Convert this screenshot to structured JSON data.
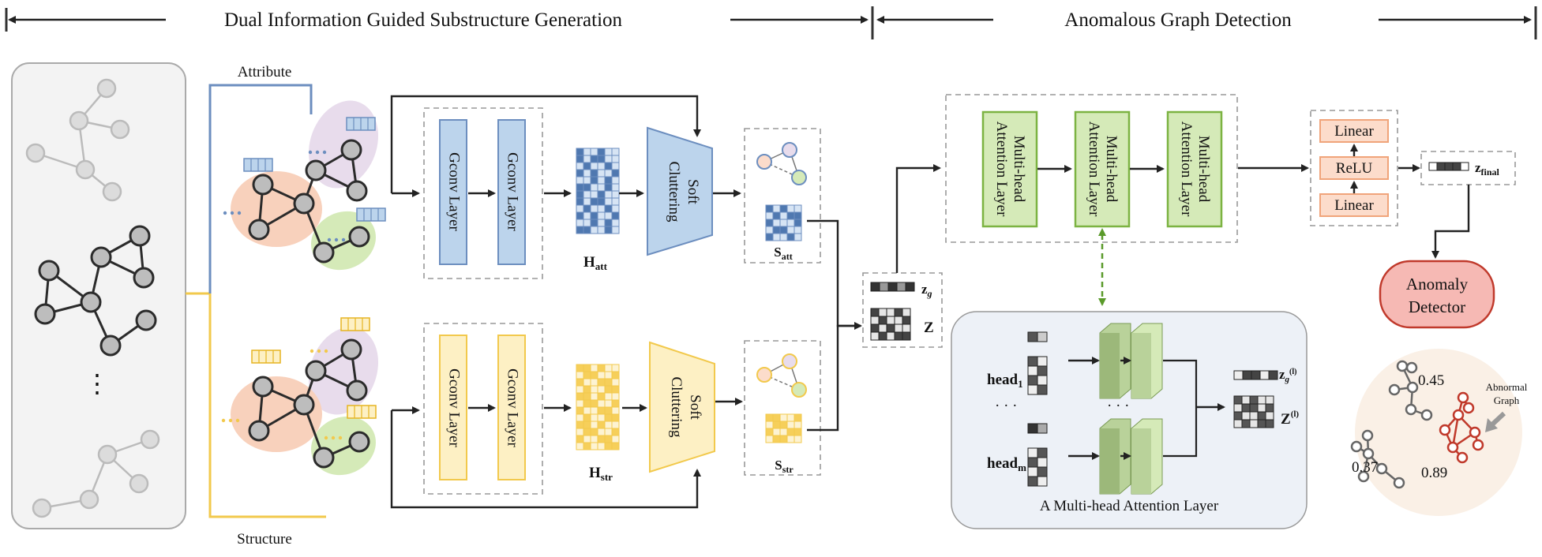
{
  "headers": {
    "left": "Dual Information Guided Substructure Generation",
    "right": "Anomalous Graph Detection"
  },
  "branch_labels": {
    "attribute": "Attribute",
    "structure": "Structure"
  },
  "ellipsis": "⋮",
  "gconv_label": "Gconv Layer",
  "soft_clustering_label": [
    "Soft",
    "Cluttering"
  ],
  "matrices": {
    "h_att": {
      "main": "H",
      "sub": "att"
    },
    "h_str": {
      "main": "H",
      "sub": "str"
    },
    "s_att": {
      "main": "S",
      "sub": "att"
    },
    "s_str": {
      "main": "S",
      "sub": "str"
    }
  },
  "z_block": {
    "zg": "z",
    "zg_sub": "g",
    "Z": "Z"
  },
  "attention_layer_label": [
    "Multi-head",
    "Attention Layer"
  ],
  "mlp": {
    "top": "Linear",
    "mid": "ReLU",
    "bottom": "Linear"
  },
  "z_final": {
    "main": "z",
    "sub": "final"
  },
  "anomaly_detector": [
    "Anomaly",
    "Detector"
  ],
  "result": {
    "score_a": "0.45",
    "score_b": "0.37",
    "score_c": "0.89",
    "abnormal_label": [
      "Abnormal",
      "Graph"
    ]
  },
  "detail": {
    "title": "A Multi-head Attention Layer",
    "head1": {
      "main": "head",
      "sub": "1"
    },
    "headm": {
      "main": "head",
      "sub": "m"
    },
    "dots": "· · ·",
    "zg1": {
      "main": "z",
      "sub": "g",
      "sup": "(l)"
    },
    "Z1": {
      "main": "Z",
      "sup": "(l)"
    }
  },
  "colors": {
    "blue": "#6c8ebf",
    "blue_fill": "#bcd4ec",
    "yellow": "#f2c94c",
    "yellow_fill": "#fdf0c4",
    "green": "#7cb342",
    "green_fill": "#d5eab8",
    "orange": "#f0a47a",
    "orange_fill": "#fcdccb",
    "red": "#c0392b",
    "detector_fill": "#f6b9b4"
  }
}
